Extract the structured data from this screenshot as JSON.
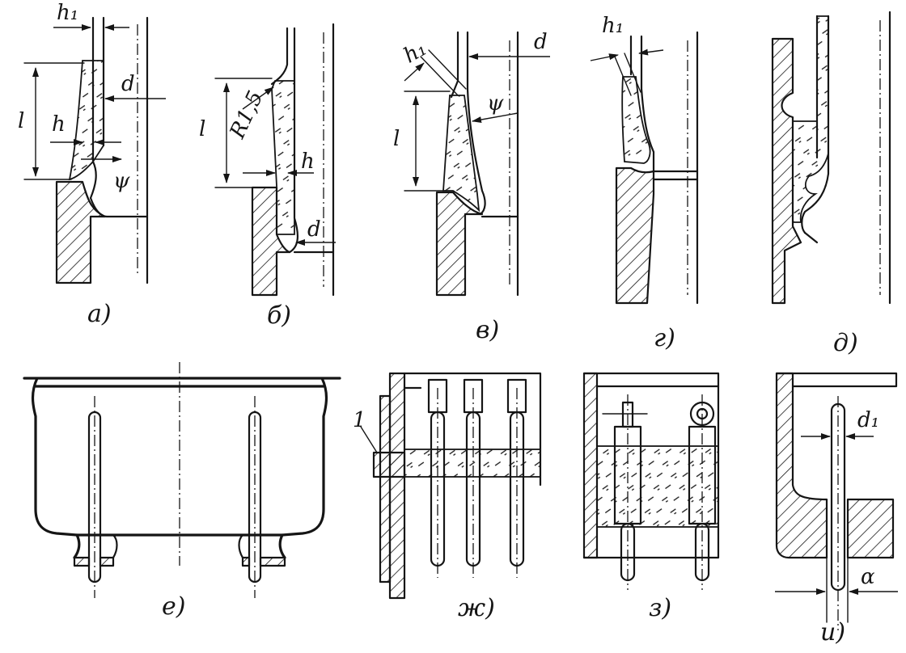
{
  "captions": {
    "a": "а)",
    "b": "б)",
    "v": "в)",
    "g": "г)",
    "d": "д)",
    "e": "е)",
    "zh": "ж)",
    "z": "з)",
    "i": "и)"
  },
  "labels": {
    "h1": "h₁",
    "h": "h",
    "d": "d",
    "l": "l",
    "psi": "ψ",
    "r15": "R1,5",
    "d1": "d₁",
    "alpha": "α",
    "one": "1"
  }
}
